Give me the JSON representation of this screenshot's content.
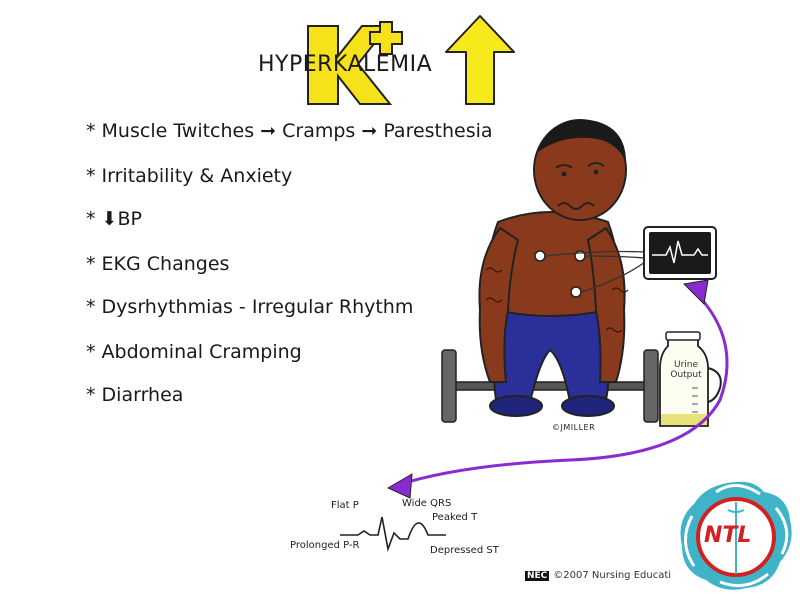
{
  "title": {
    "word": "HYPERKALEMIA",
    "symbol_letter": "K",
    "symbol_charge": "+"
  },
  "symptoms": [
    {
      "text": "* Muscle Twitches ➞ Cramps ➞ Paresthesia"
    },
    {
      "text": "* Irritability & Anxiety"
    },
    {
      "text": "* ⬇BP"
    },
    {
      "text": "* EKG Changes"
    },
    {
      "text": "* Dysrhythmias - Irregular Rhythm"
    },
    {
      "text": "* Abdominal Cramping"
    },
    {
      "text": "* Diarrhea"
    }
  ],
  "ekg": {
    "flat_p": "Flat P",
    "wide_qrs": "Wide QRS",
    "peaked_t": "Peaked T",
    "prolonged_pr": "Prolonged P-R",
    "depressed_st": "Depressed ST"
  },
  "jug_label": [
    "Urine",
    "Output"
  ],
  "signature": "©JMILLER",
  "copyright": {
    "badge": "NEC",
    "text": "©2007 Nursing Educati"
  },
  "logo": {
    "text": "NTL"
  },
  "colors": {
    "k_yellow": "#f5e21a",
    "arrow_yellow": "#f7ea1c",
    "skin": "#8a3a1c",
    "pants": "#2a2f9a",
    "purple_line": "#8a2bd0",
    "logo_teal": "#3fb3c8",
    "logo_red": "#d32020"
  }
}
